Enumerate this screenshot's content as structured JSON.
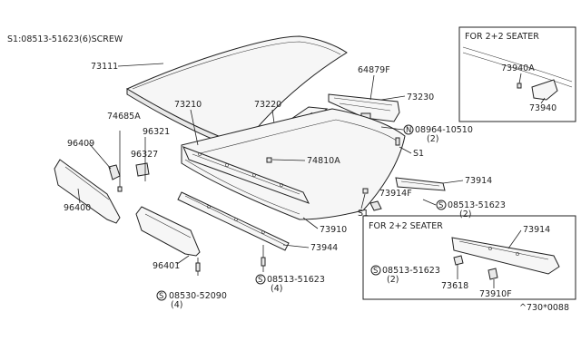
{
  "header_note": "S1:08513-51623(6)SCREW",
  "labels": {
    "p73111": "73111",
    "p64879f": "64879F",
    "p73230": "73230",
    "p73210": "73210",
    "p73220": "73220",
    "p74685a": "74685A",
    "p96321": "96321",
    "p96409": "96409",
    "p96327": "96327",
    "p96400": "96400",
    "p96401": "96401",
    "p74810a": "74810A",
    "p08964": "08964-10510",
    "p08964_qty": "(2)",
    "s1_a": "S1",
    "s1_b": "S1",
    "p73914": "73914",
    "p73914f": "73914F",
    "p08513_r": "08513-51623",
    "p08513_r_qty": "(2)",
    "p73910": "73910",
    "p73944": "73944",
    "p08513_c": "08513-51623",
    "p08513_c_qty": "(4)",
    "p08530": "08530-52090",
    "p08530_qty": "(4)"
  },
  "symbols": {
    "s": "S",
    "n": "N"
  },
  "inset_top": {
    "title": "FOR 2+2 SEATER",
    "p73940a": "73940A",
    "p73940": "73940"
  },
  "inset_bottom": {
    "title": "FOR 2+2 SEATER",
    "p73914": "73914",
    "p08513": "08513-51623",
    "p08513_qty": "(2)",
    "p73618": "73618",
    "p73910f": "73910F"
  },
  "footer_code": "^730*0088"
}
